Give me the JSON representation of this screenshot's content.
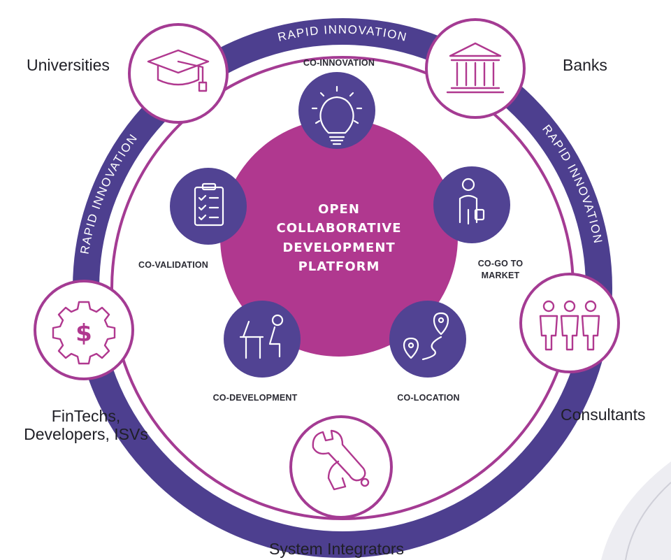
{
  "center": {
    "lines": [
      "OPEN",
      "COLLABORATIVE",
      "DEVELOPMENT",
      "PLATFORM"
    ]
  },
  "ring_label": "RAPID INNOVATION",
  "stakeholders": {
    "universities": "Universities",
    "banks": "Banks",
    "consultants": "Consultants",
    "system_integrators": "System Integrators",
    "fintechs_line1": "FinTechs,",
    "fintechs_line2": "Developers, ISVs"
  },
  "phases": {
    "co_innovation": "CO-INNOVATION",
    "co_go_to_market_line1": "CO-GO TO",
    "co_go_to_market_line2": "MARKET",
    "co_location": "CO-LOCATION",
    "co_development": "CO-DEVELOPMENT",
    "co_validation": "CO-VALIDATION"
  },
  "colors": {
    "ring": "#4d3f8f",
    "center": "#b0388f",
    "node_border": "#a43b93",
    "phase_circle": "#514393",
    "icon_stroke": "#b0388f"
  }
}
